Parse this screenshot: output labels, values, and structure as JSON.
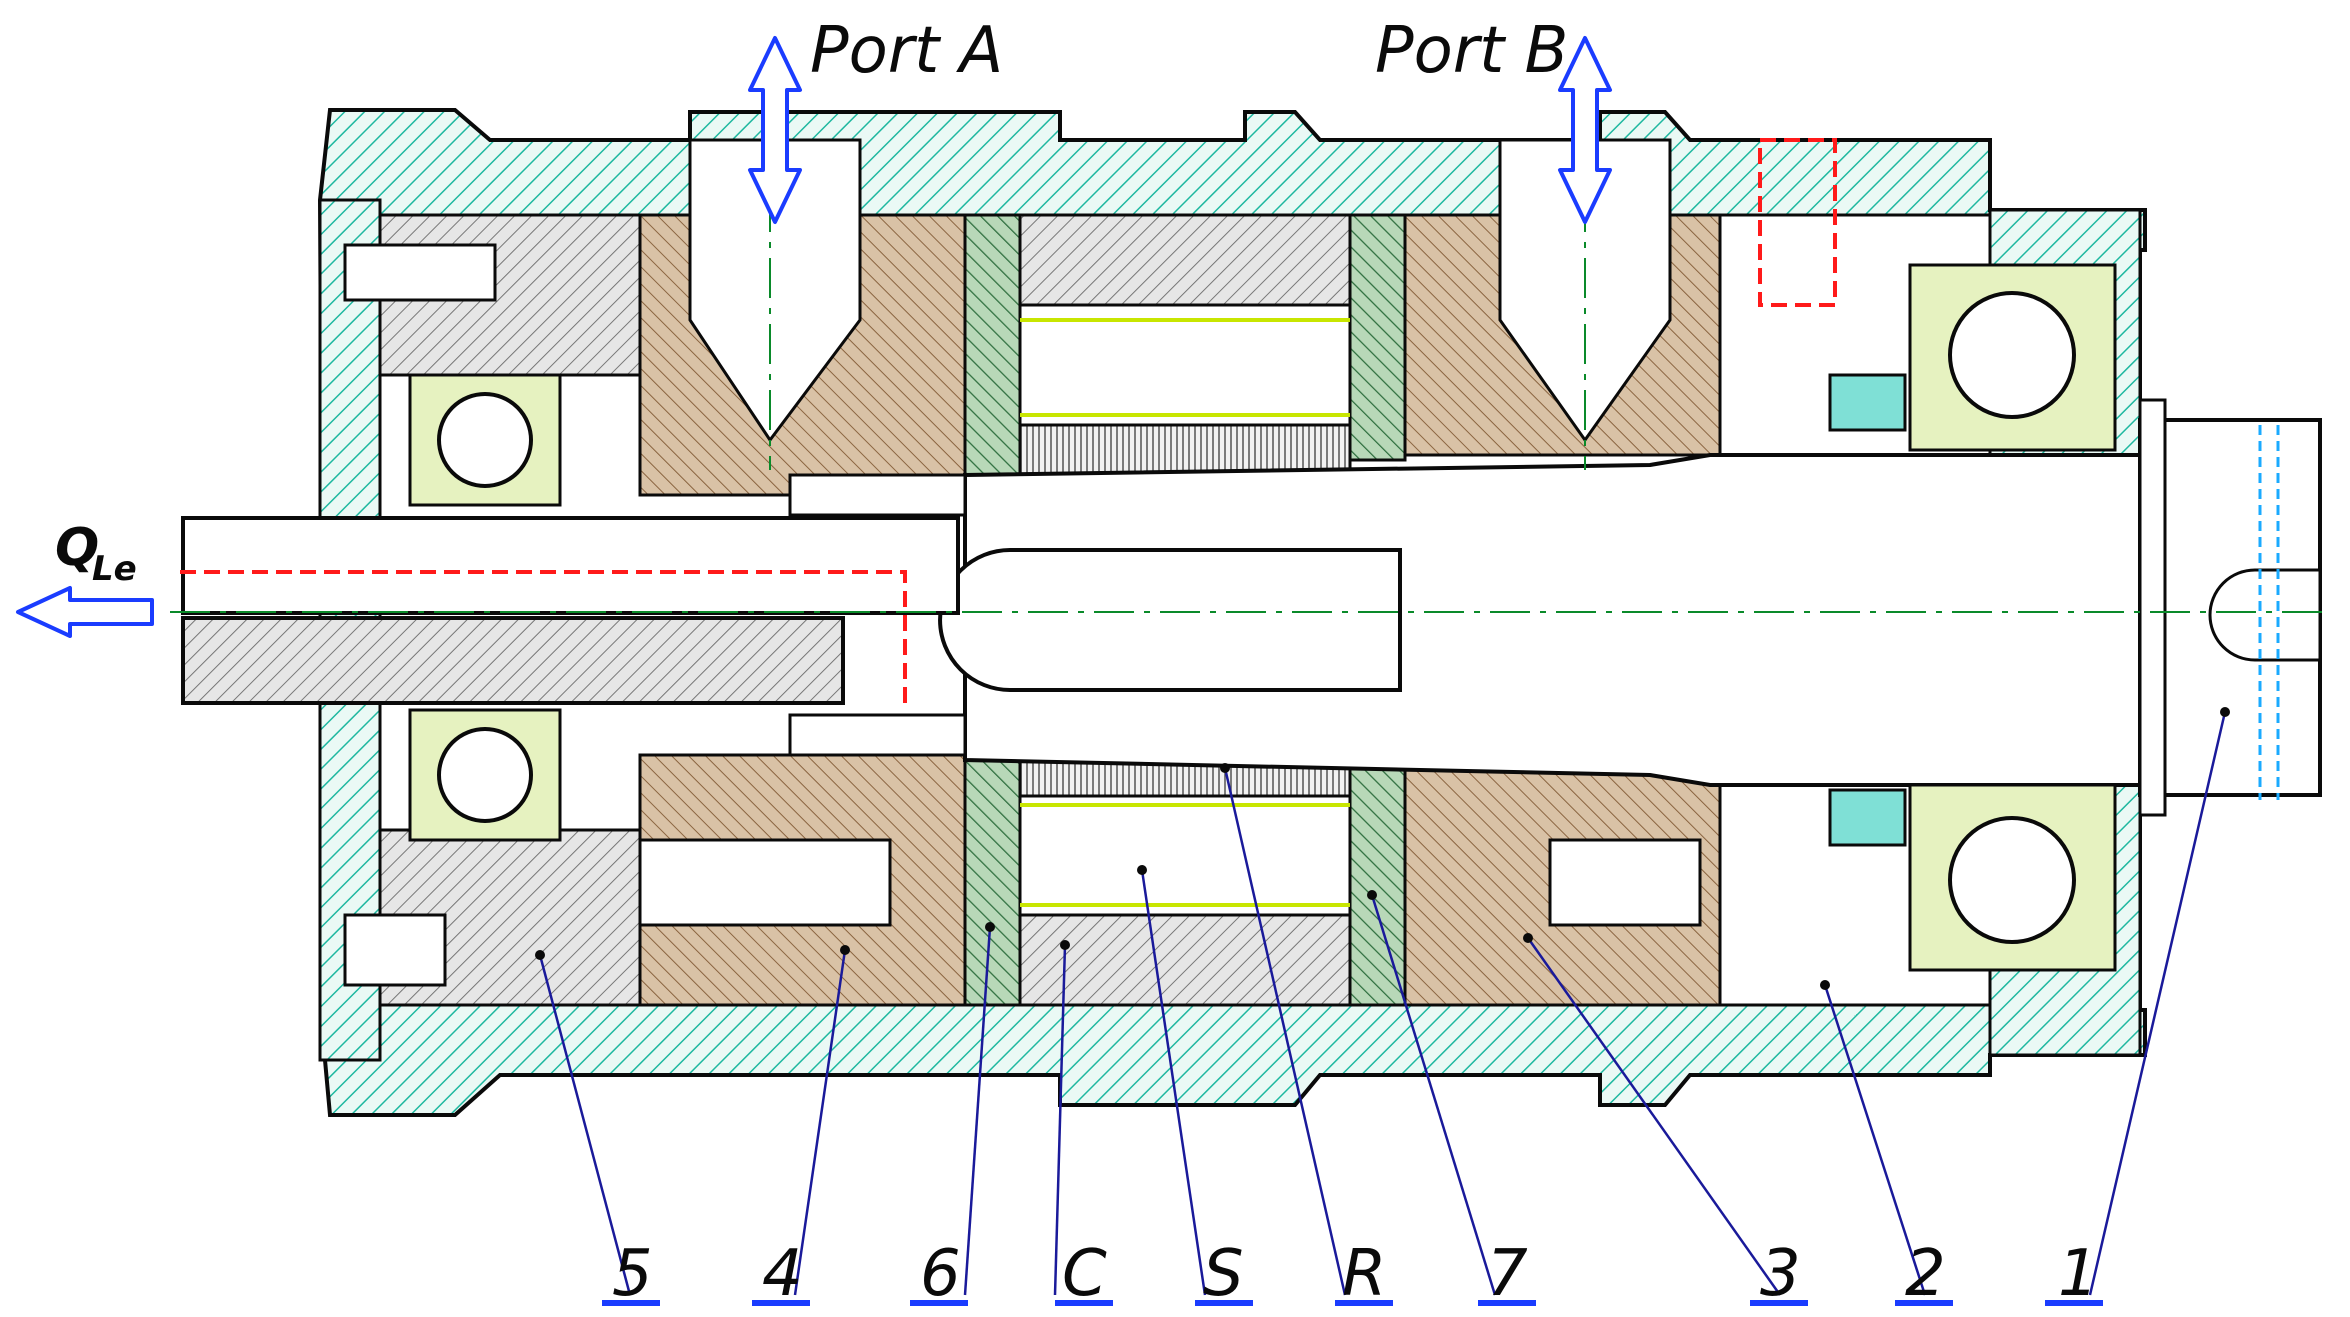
{
  "ports": {
    "a": "Port A",
    "b": "Port B"
  },
  "flow_label": {
    "q": "Q",
    "sub": "Le"
  },
  "callouts": [
    "5",
    "4",
    "6",
    "C",
    "S",
    "R",
    "7",
    "3",
    "2",
    "1"
  ],
  "colors": {
    "housing_hatch": "#1fb8a0",
    "brass": "#a07a50",
    "grey_steel": "#7a7a7a",
    "bearing": "#e6f2c0",
    "outline": "#0a0a0a",
    "leader": "#1a1a9a",
    "arrow": "#1a3cff",
    "center_line": "#0a8a2a",
    "leak_path": "#ff1a1a",
    "yellow_line": "#c8e600",
    "cyan_dash": "#1aaaff"
  },
  "icons": {
    "port_arrow": "double-arrow-icon",
    "flow_arrow": "left-arrow-icon"
  }
}
